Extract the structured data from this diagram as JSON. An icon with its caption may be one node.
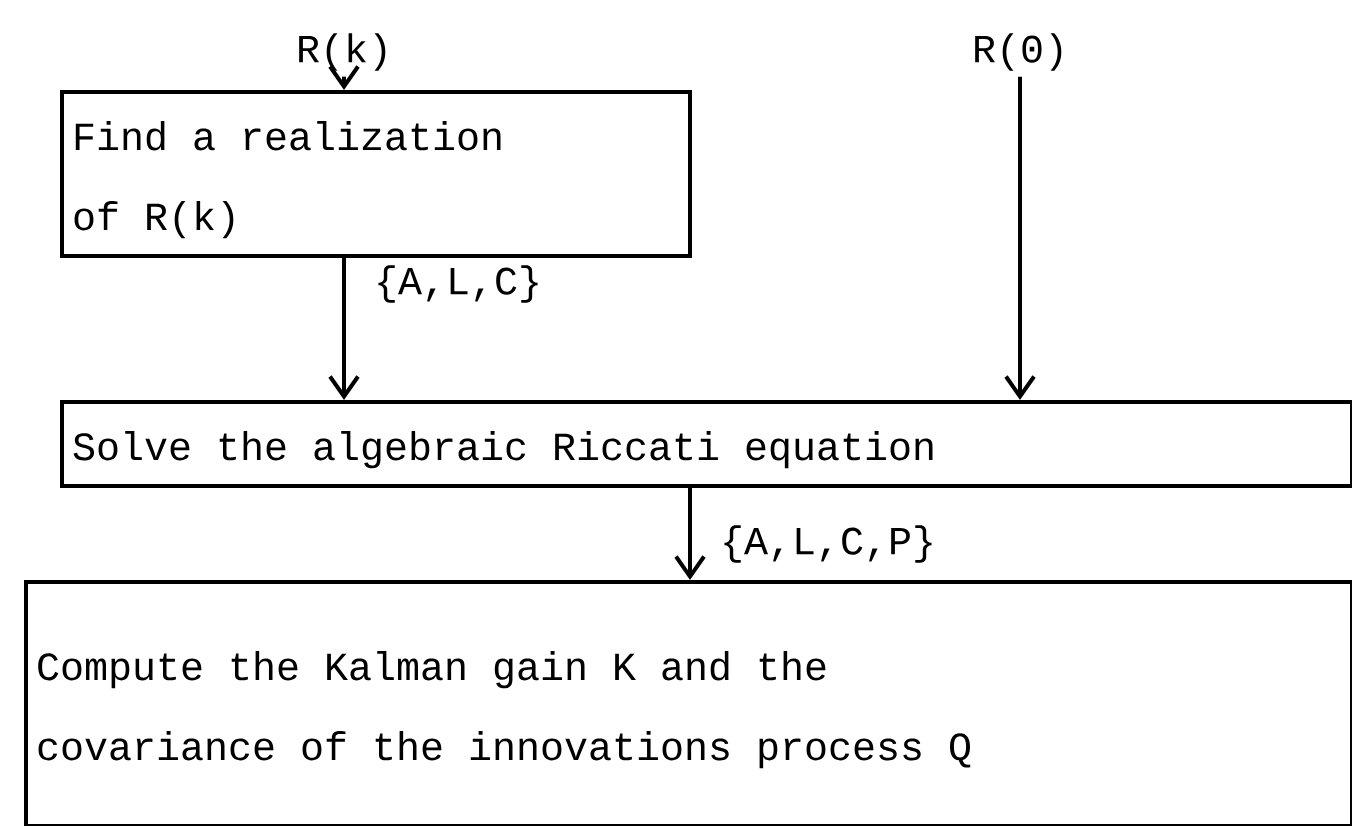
{
  "diagram": {
    "nodes": [
      {
        "text": [
          "R(k)"
        ]
      },
      {
        "text": [
          "R(0)"
        ]
      },
      {
        "text": [
          "Find a realization of R(k)"
        ]
      },
      {
        "text": [
          "Solve the algebraic Riccati equation"
        ]
      },
      {
        "text": [
          "Compute the Kalman gain K and the covariance of the innovations process Q"
        ]
      }
    ],
    "edges": [
      {
        "from": 0,
        "to": 2,
        "arrow": "to"
      },
      {
        "from": 2,
        "to": 3,
        "arrow": "to",
        "label": "{A,L,C}"
      },
      {
        "from": 1,
        "to": 3,
        "arrow": "to"
      },
      {
        "from": 3,
        "to": 4,
        "arrow": "to",
        "label": "{A,L,C,P}"
      }
    ]
  }
}
